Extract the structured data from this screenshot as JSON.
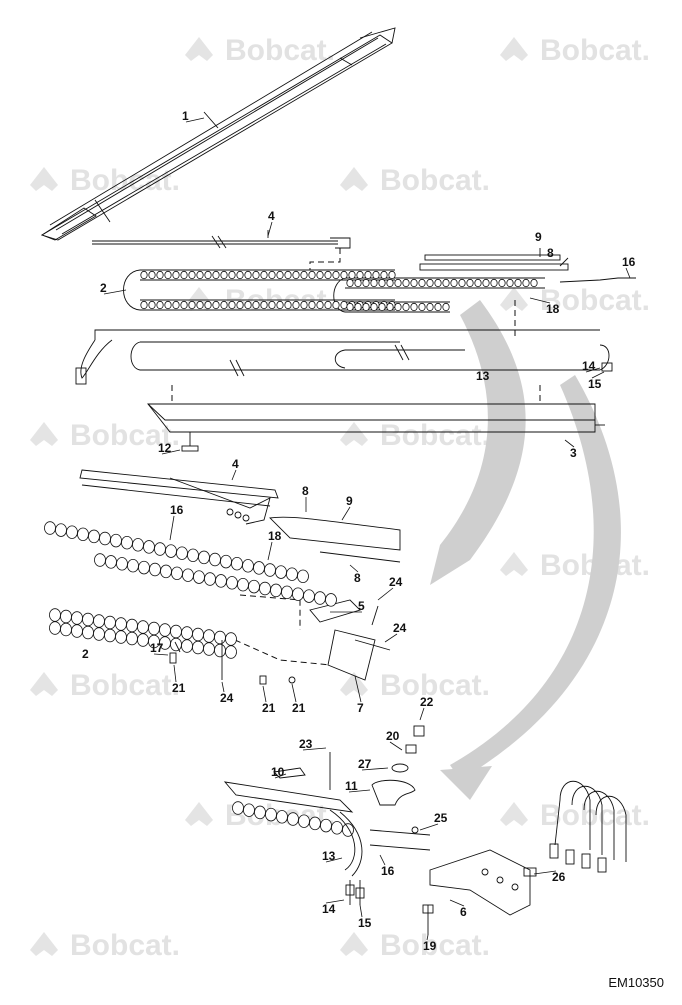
{
  "watermark": {
    "brand": "Bobcat",
    "mark": "."
  },
  "drawing_code": "EM10350",
  "callouts": [
    "1",
    "2",
    "3",
    "4",
    "8",
    "9",
    "12",
    "13",
    "14",
    "15",
    "16",
    "18",
    "4",
    "8",
    "9",
    "16",
    "18",
    "8",
    "5",
    "24",
    "24",
    "2",
    "17",
    "21",
    "24",
    "21",
    "21",
    "7",
    "22",
    "20",
    "23",
    "27",
    "10",
    "11",
    "25",
    "13",
    "16",
    "26",
    "14",
    "15",
    "6",
    "19"
  ]
}
